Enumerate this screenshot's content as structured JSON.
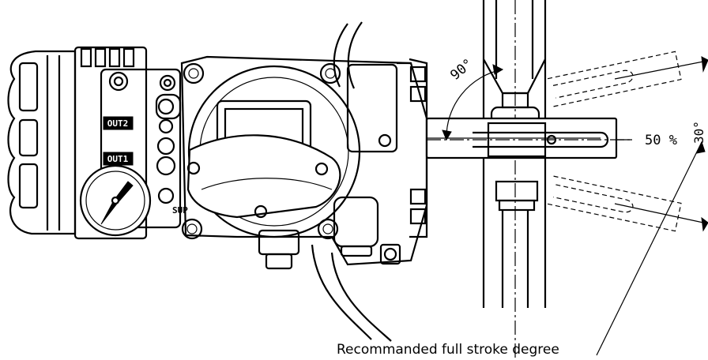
{
  "labels": {
    "out2": "OUT2",
    "out1": "OUT1",
    "sup": "SUP",
    "angle_90": "90°",
    "percent_50": "50 %",
    "angle_30": "30°",
    "caption": "Recommanded full stroke degree"
  }
}
